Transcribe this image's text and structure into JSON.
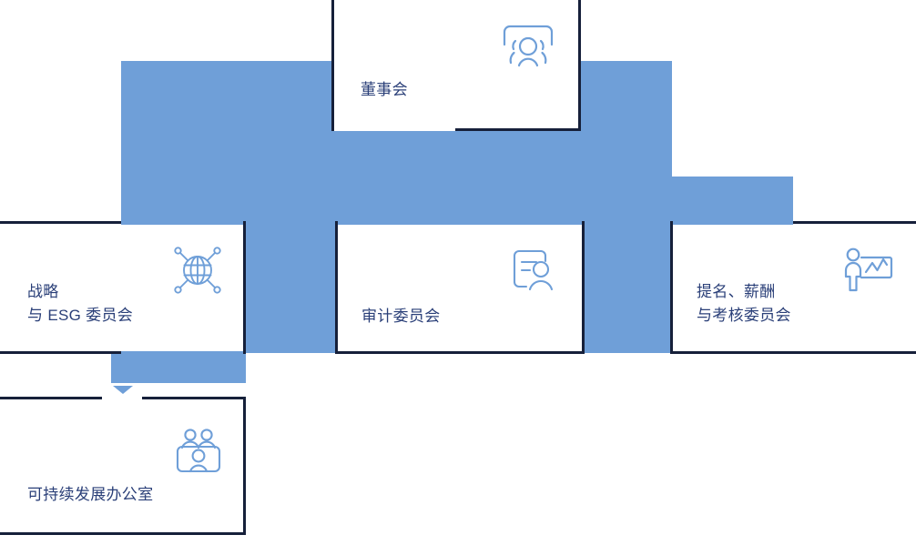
{
  "diagram": {
    "type": "organization-chart",
    "title": "",
    "colors": {
      "connector": "#6f9fd8",
      "card_border": "#16203a",
      "card_background": "#ffffff",
      "text": "#2a3f78",
      "icon": "#6f9fd8"
    },
    "nodes": [
      {
        "id": "board",
        "label": "董事会",
        "icon": "group-people-icon",
        "level": 1
      },
      {
        "id": "strategy-esg",
        "label": "战略\n与 ESG 委员会",
        "icon": "globe-network-icon",
        "level": 2
      },
      {
        "id": "audit",
        "label": "审计委员会",
        "icon": "document-person-icon",
        "level": 2
      },
      {
        "id": "nomination",
        "label": "提名、薪酬\n与考核委员会",
        "icon": "presenter-chart-icon",
        "level": 2
      },
      {
        "id": "sustainability-office",
        "label": "可持续发展办公室",
        "icon": "team-group-icon",
        "level": 3
      }
    ],
    "edges": [
      {
        "from": "board",
        "to": "strategy-esg"
      },
      {
        "from": "board",
        "to": "audit"
      },
      {
        "from": "board",
        "to": "nomination"
      },
      {
        "from": "strategy-esg",
        "to": "sustainability-office"
      }
    ]
  }
}
